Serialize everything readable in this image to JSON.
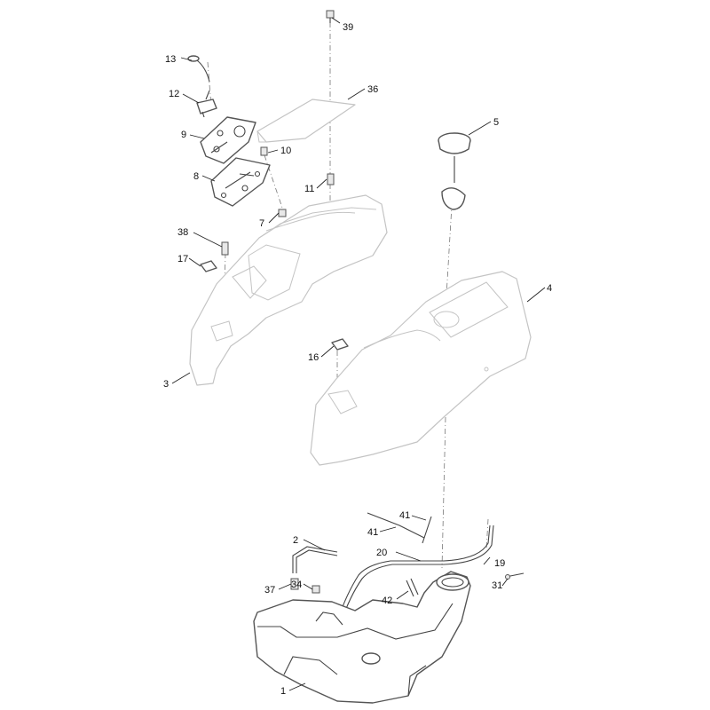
{
  "callouts": {
    "c1": "1",
    "c2": "2",
    "c3": "3",
    "c4": "4",
    "c5": "5",
    "c7": "7",
    "c8": "8",
    "c9": "9",
    "c10": "10",
    "c11": "11",
    "c12": "12",
    "c13": "13",
    "c16": "16",
    "c17": "17",
    "c19": "19",
    "c20": "20",
    "c31": "31",
    "c34": "34",
    "c36": "36",
    "c37": "37",
    "c38": "38",
    "c39": "39",
    "c41a": "41",
    "c41b": "41",
    "c42": "42"
  }
}
